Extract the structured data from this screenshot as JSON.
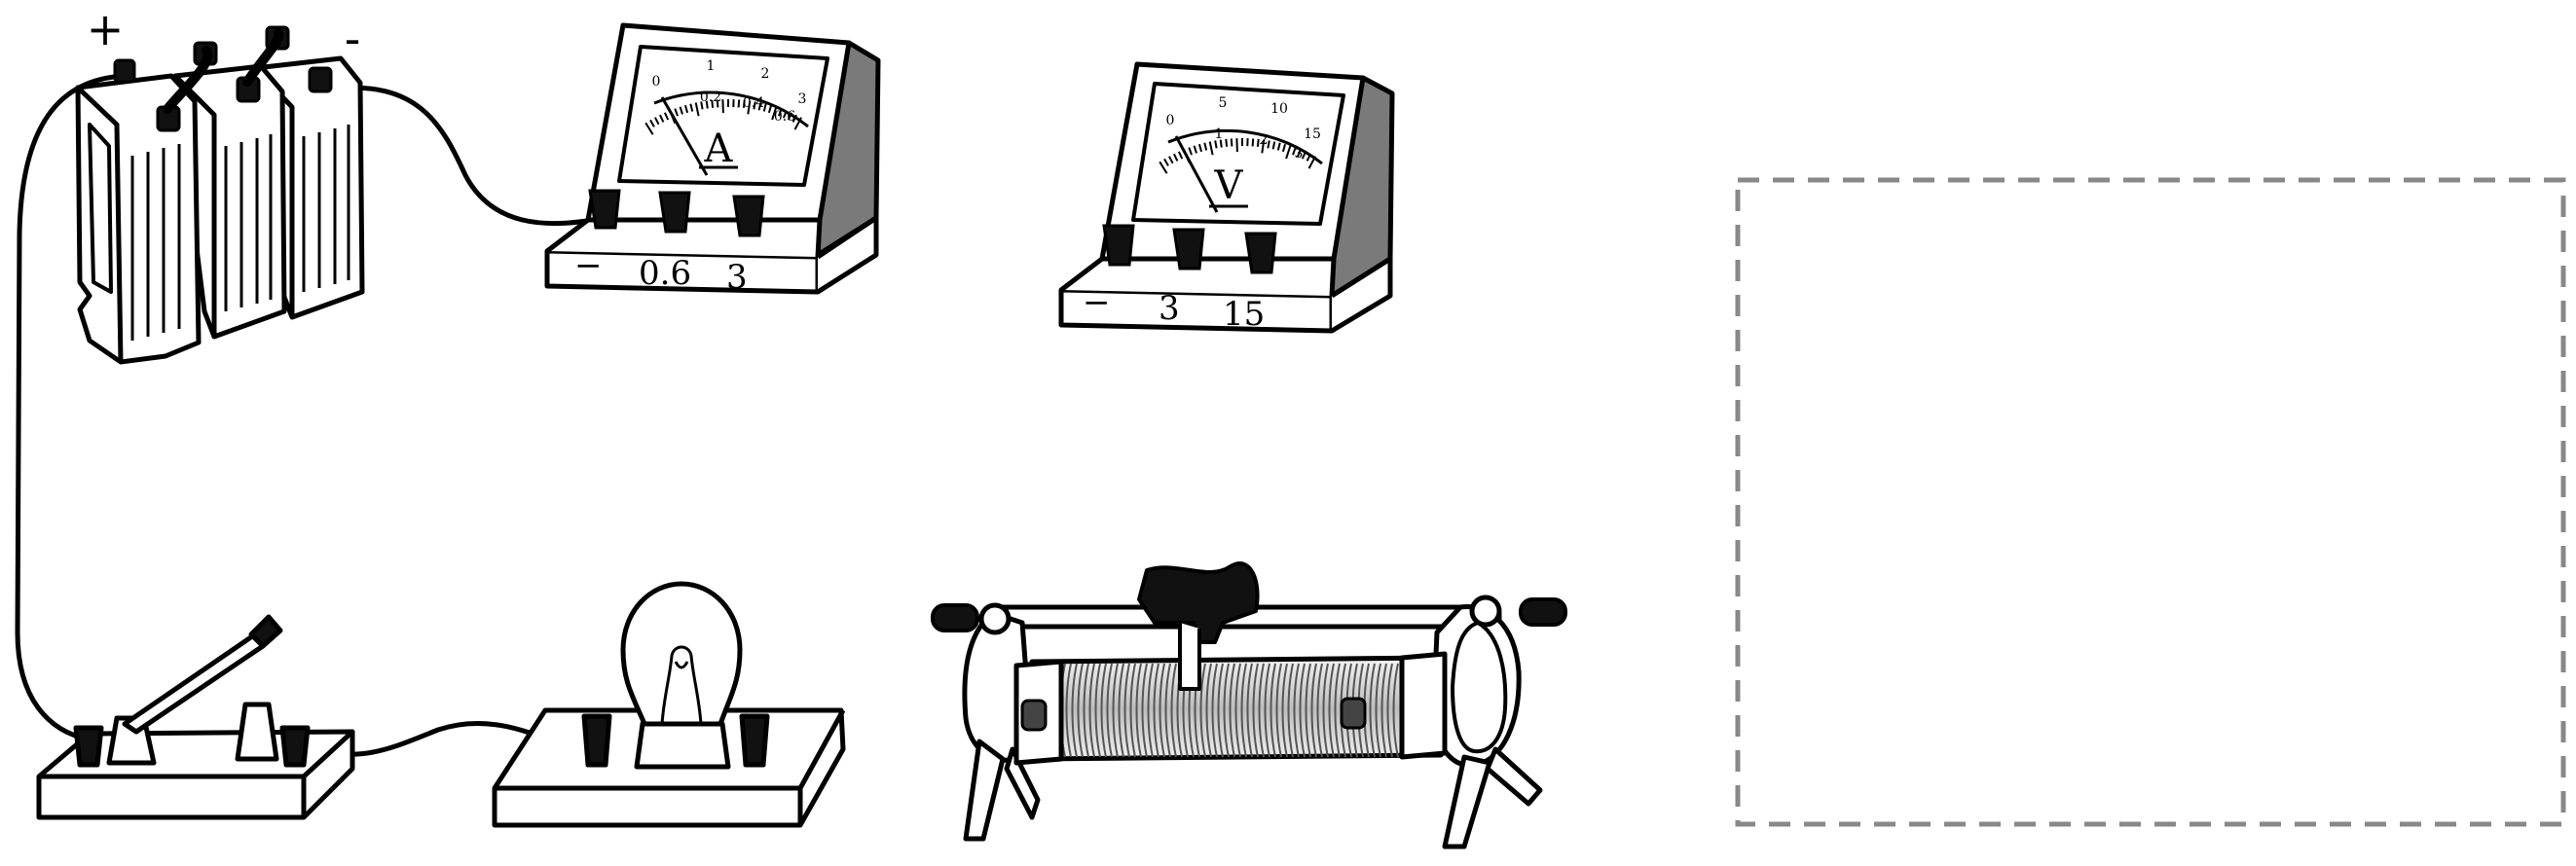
{
  "battery": {
    "plus_label": "+",
    "minus_label": "-"
  },
  "ammeter": {
    "symbol": "A",
    "terminal_labels": [
      "−",
      "0.6",
      "3"
    ],
    "scale_top": [
      "0",
      "1",
      "2",
      "3"
    ],
    "scale_bottom": [
      "0.2",
      "0.4",
      "0.6"
    ],
    "needle_reading": 0
  },
  "voltmeter": {
    "symbol": "V",
    "terminal_labels": [
      "−",
      "3",
      "15"
    ],
    "scale_top": [
      "0",
      "5",
      "10",
      "15"
    ],
    "scale_bottom": [
      "1",
      "2",
      "3"
    ],
    "needle_reading": 0
  },
  "answer_box": {
    "label": ""
  },
  "colors": {
    "stroke": "#000000",
    "box_dash": "#888888",
    "shade": "#7a7a7a",
    "paper": "#ffffff"
  }
}
